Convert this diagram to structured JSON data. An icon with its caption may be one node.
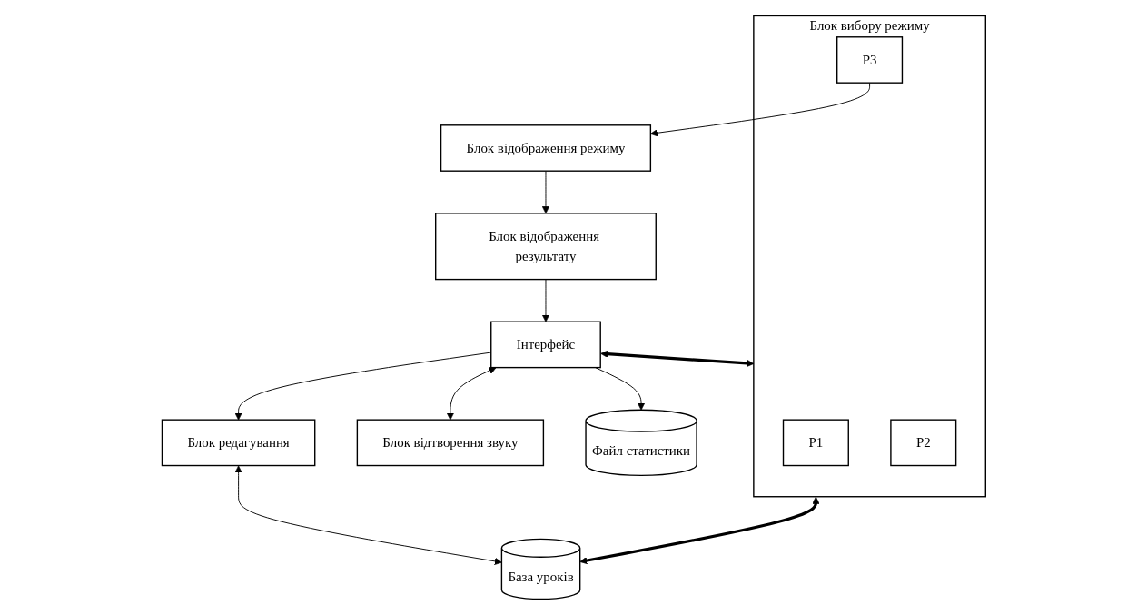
{
  "diagram": {
    "nodes": [
      {
        "text": [
          "Інтерфейс"
        ]
      },
      {
        "text": [
          "Блок вибору режиму"
        ]
      },
      {
        "text": [
          "P1"
        ],
        "in": 1
      },
      {
        "text": [
          "P2"
        ],
        "in": 1
      },
      {
        "text": [
          "P3"
        ],
        "in": 1
      },
      {
        "text": [
          "Блок відображення результату"
        ]
      },
      {
        "text": [
          "Блок відтворення звуку"
        ]
      },
      {
        "text": [
          "Блок відображення режиму"
        ]
      },
      {
        "text": [
          "Файл статистики"
        ]
      },
      {
        "text": [
          "Блок редагування"
        ]
      },
      {
        "text": [
          "База уроків"
        ]
      }
    ],
    "edges": [
      {
        "from": 0,
        "to": 1,
        "arrow": "both",
        "style": "thick"
      },
      {
        "from": 5,
        "to": 0,
        "arrow": "to"
      },
      {
        "from": 0,
        "to": 6,
        "arrow": "both"
      },
      {
        "from": 0,
        "to": 8,
        "arrow": "to"
      },
      {
        "from": 0,
        "to": 9,
        "arrow": "to"
      },
      {
        "from": 4,
        "to": 7,
        "arrow": "to"
      },
      {
        "from": 7,
        "to": 5,
        "arrow": "to"
      },
      {
        "from": 1,
        "to": 10,
        "arrow": "both",
        "style": "thick"
      },
      {
        "from": 9,
        "to": 10,
        "arrow": "both"
      }
    ]
  }
}
